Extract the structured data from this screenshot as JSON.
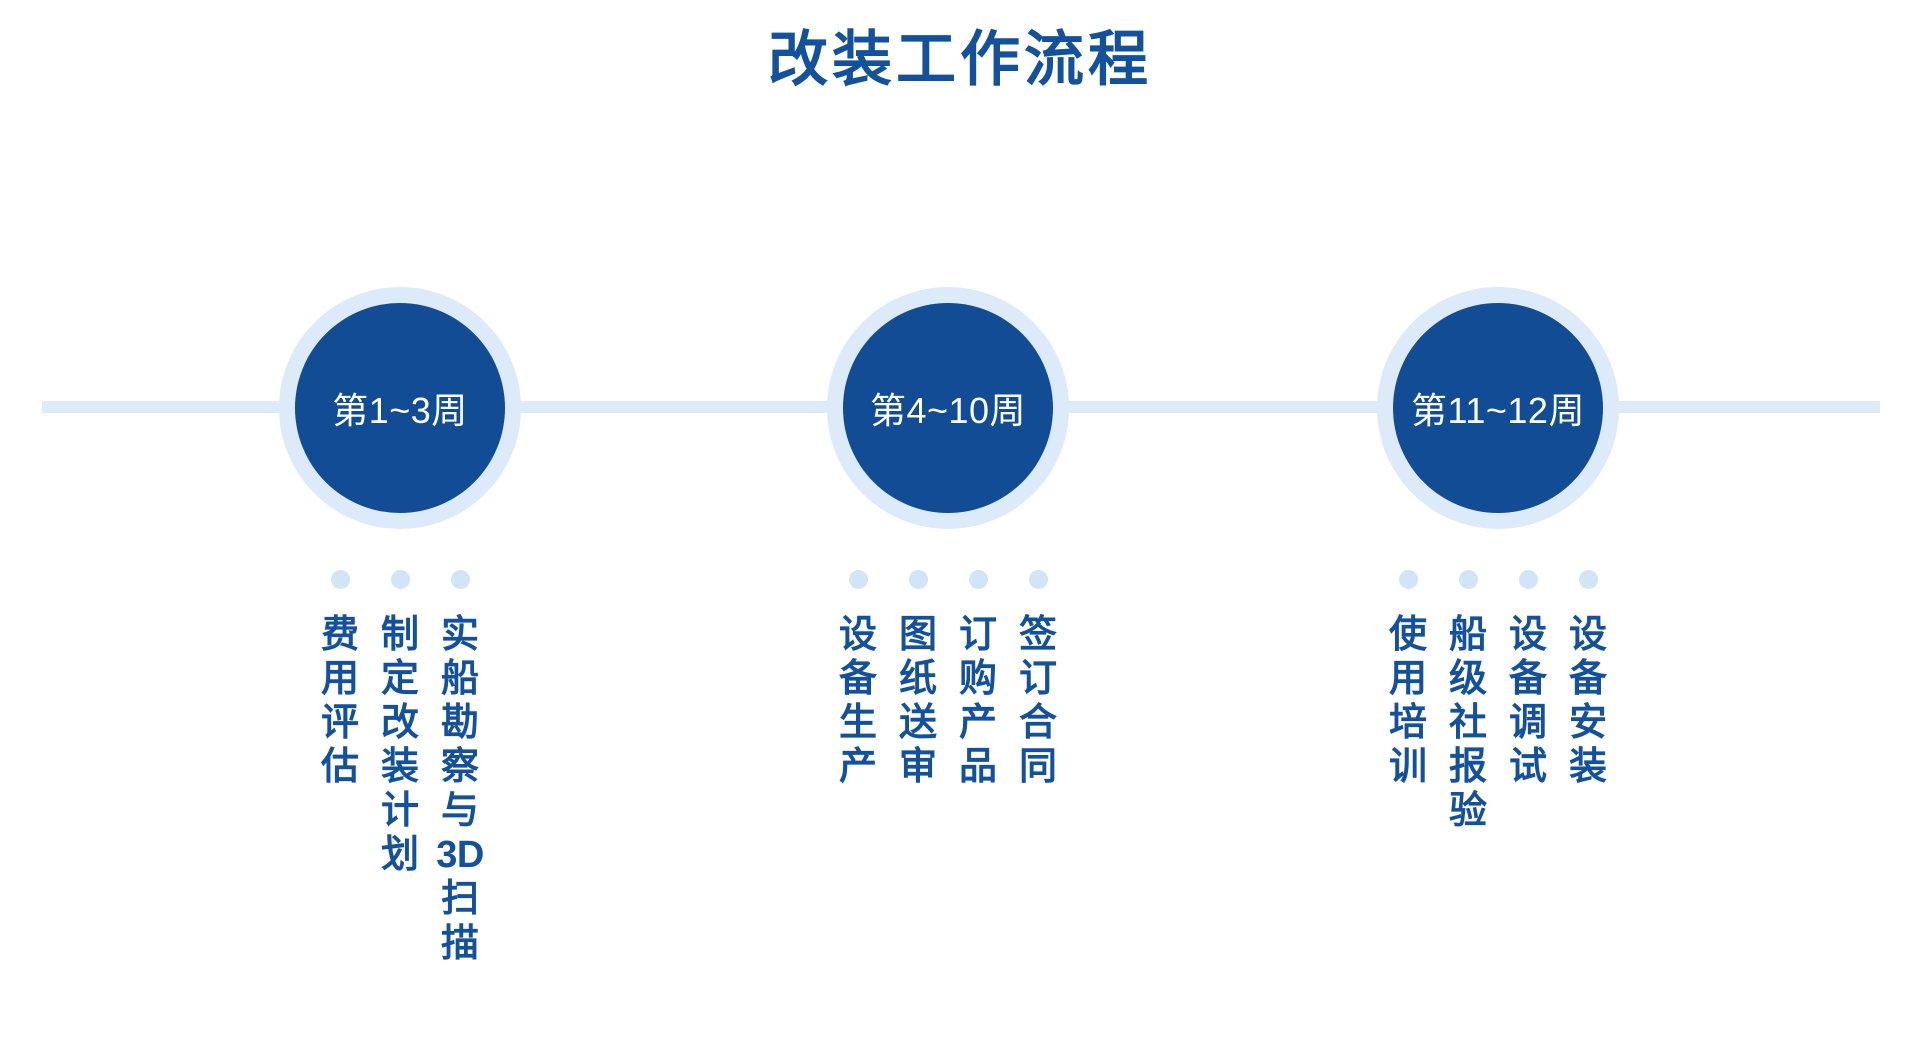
{
  "title": "改装工作流程",
  "colors": {
    "brand_dark_blue": "#114C94",
    "text_blue": "#14519C",
    "ring_light_blue": "#DCEAF9",
    "dot_light_blue": "#D2E5F7",
    "axis_line": "#DCEAF9",
    "background": "#FFFFFF",
    "circle_label_text": "#FFFFFF"
  },
  "timeline": {
    "axis_visible": true,
    "stages": [
      {
        "id": "stage-1",
        "circle_label": "第1~3周",
        "items": [
          {
            "label": "实船勘察与3D扫描",
            "chars": [
              "实",
              "船",
              "勘",
              "察",
              "与",
              "3D",
              "扫",
              "描"
            ]
          },
          {
            "label": "制定改装计划",
            "chars": [
              "制",
              "定",
              "改",
              "装",
              "计",
              "划"
            ]
          },
          {
            "label": "费用评估",
            "chars": [
              "费",
              "用",
              "评",
              "估"
            ]
          }
        ]
      },
      {
        "id": "stage-2",
        "circle_label": "第4~10周",
        "items": [
          {
            "label": "签订合同",
            "chars": [
              "签",
              "订",
              "合",
              "同"
            ]
          },
          {
            "label": "订购产品",
            "chars": [
              "订",
              "购",
              "产",
              "品"
            ]
          },
          {
            "label": "图纸送审",
            "chars": [
              "图",
              "纸",
              "送",
              "审"
            ]
          },
          {
            "label": "设备生产",
            "chars": [
              "设",
              "备",
              "生",
              "产"
            ]
          }
        ]
      },
      {
        "id": "stage-3",
        "circle_label": "第11~12周",
        "items": [
          {
            "label": "设备安装",
            "chars": [
              "设",
              "备",
              "安",
              "装"
            ]
          },
          {
            "label": "设备调试",
            "chars": [
              "设",
              "备",
              "调",
              "试"
            ]
          },
          {
            "label": "船级社报验",
            "chars": [
              "船",
              "级",
              "社",
              "报",
              "验"
            ]
          },
          {
            "label": "使用培训",
            "chars": [
              "使",
              "用",
              "培",
              "训"
            ]
          }
        ]
      }
    ]
  }
}
